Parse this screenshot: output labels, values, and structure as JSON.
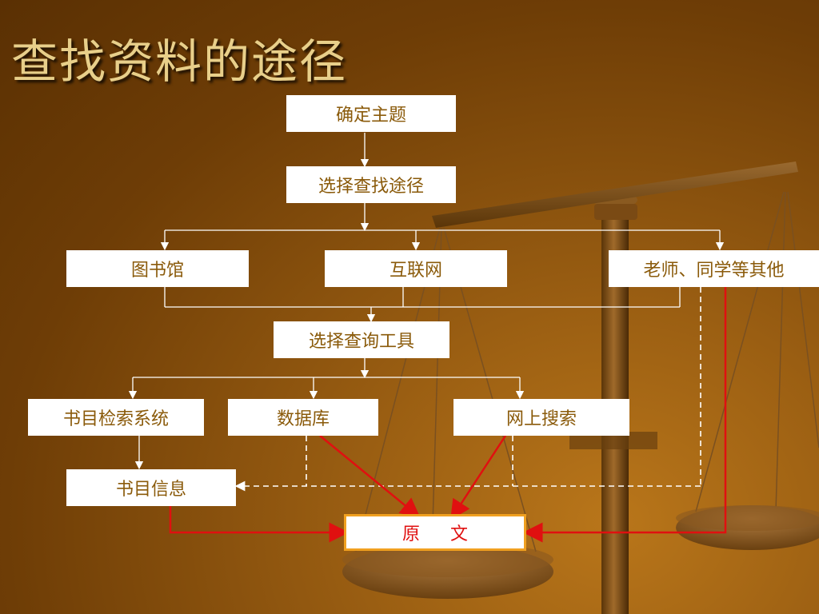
{
  "slide": {
    "title": "查找资料的途径"
  },
  "nodes": {
    "topic": "确定主题",
    "choose_path": "选择查找途径",
    "library": "图书馆",
    "internet": "互联网",
    "teachers": "老师、同学等其他",
    "choose_tool": "选择查询工具",
    "catalog_system": "书目检索系统",
    "database": "数据库",
    "web_search": "网上搜索",
    "catalog_info": "书目信息",
    "original": "原文"
  },
  "colors": {
    "node_text": "#8a5a0a",
    "title_text": "#e8cf8a",
    "red_arrow": "#e01010",
    "target_border": "#f0a020",
    "connector": "#ffffff"
  }
}
